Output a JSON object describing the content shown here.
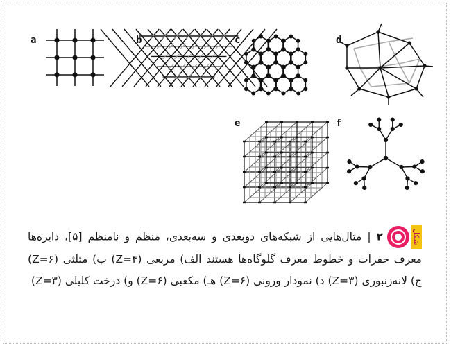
{
  "figure": {
    "panels": [
      {
        "id": "a",
        "label": "a",
        "kind": "square-lattice"
      },
      {
        "id": "b",
        "label": "b",
        "kind": "triangular-lattice"
      },
      {
        "id": "c",
        "label": "c",
        "kind": "hexagonal-lattice"
      },
      {
        "id": "d",
        "label": "d",
        "kind": "voronoi"
      },
      {
        "id": "e",
        "label": "e",
        "kind": "cubic-lattice"
      },
      {
        "id": "f",
        "label": "f",
        "kind": "cayley-tree"
      }
    ]
  },
  "caption": {
    "badge_word": "شکل",
    "number": "۲",
    "separator": "|",
    "text": "مثال‌هایی از شبکه‌های دوبعدی و سه‌بعدی، منظم و نامنظم [۵]، دایره‌ها معرف حفرات و خطوط معرف گلوگاه‌ها هستند الف) مربعی (Z=۴) ب) مثلثی (Z=۶) ج) لانه‌زنبوری (Z=۳) د) نمودار ورونی (Z=۶) هـ) مکعبی (Z=۶) و) درخت کلیلی (Z=۳)"
  },
  "colors": {
    "accent": "#e91e63",
    "badge_bg": "#f5c312",
    "frame": "#b5b5b5",
    "ink": "#111111"
  }
}
